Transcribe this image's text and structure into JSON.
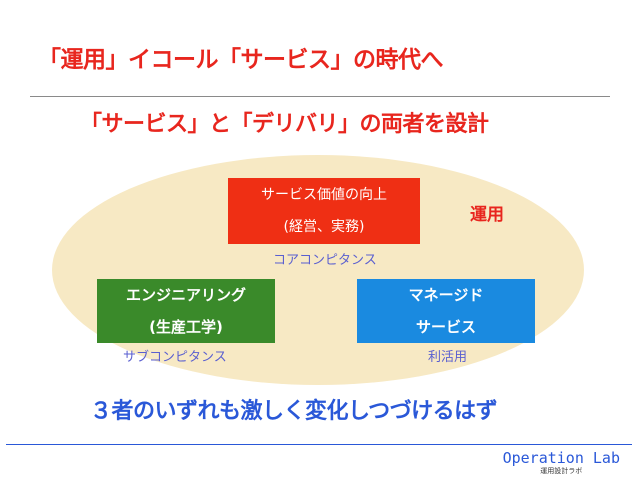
{
  "title": "「運用」イコール「サービス」の時代へ",
  "subtitle": "「サービス」と「デリバリ」の両者を設計",
  "domain_label": "運用",
  "boxes": {
    "top": {
      "line1": "サービス価値の向上",
      "line2": "(経営、実務)",
      "caption": "コアコンピタンス",
      "color": "#ef2f14"
    },
    "left": {
      "line1": "エンジニアリング",
      "line2": "(生産工学)",
      "caption": "サブコンピタンス",
      "color": "#3a8a2a"
    },
    "right": {
      "line1": "マネージド",
      "line2": "サービス",
      "caption": "利活用",
      "color": "#1a8ae0"
    }
  },
  "conclusion": "３者のいずれも激しく変化しつづけるはず",
  "footer": {
    "brand": "Operation Lab",
    "subtitle": "運用設計ラボ"
  },
  "colors": {
    "accent_red": "#e8261e",
    "accent_blue": "#2a58d8",
    "ellipse": "#f7e9c4"
  }
}
